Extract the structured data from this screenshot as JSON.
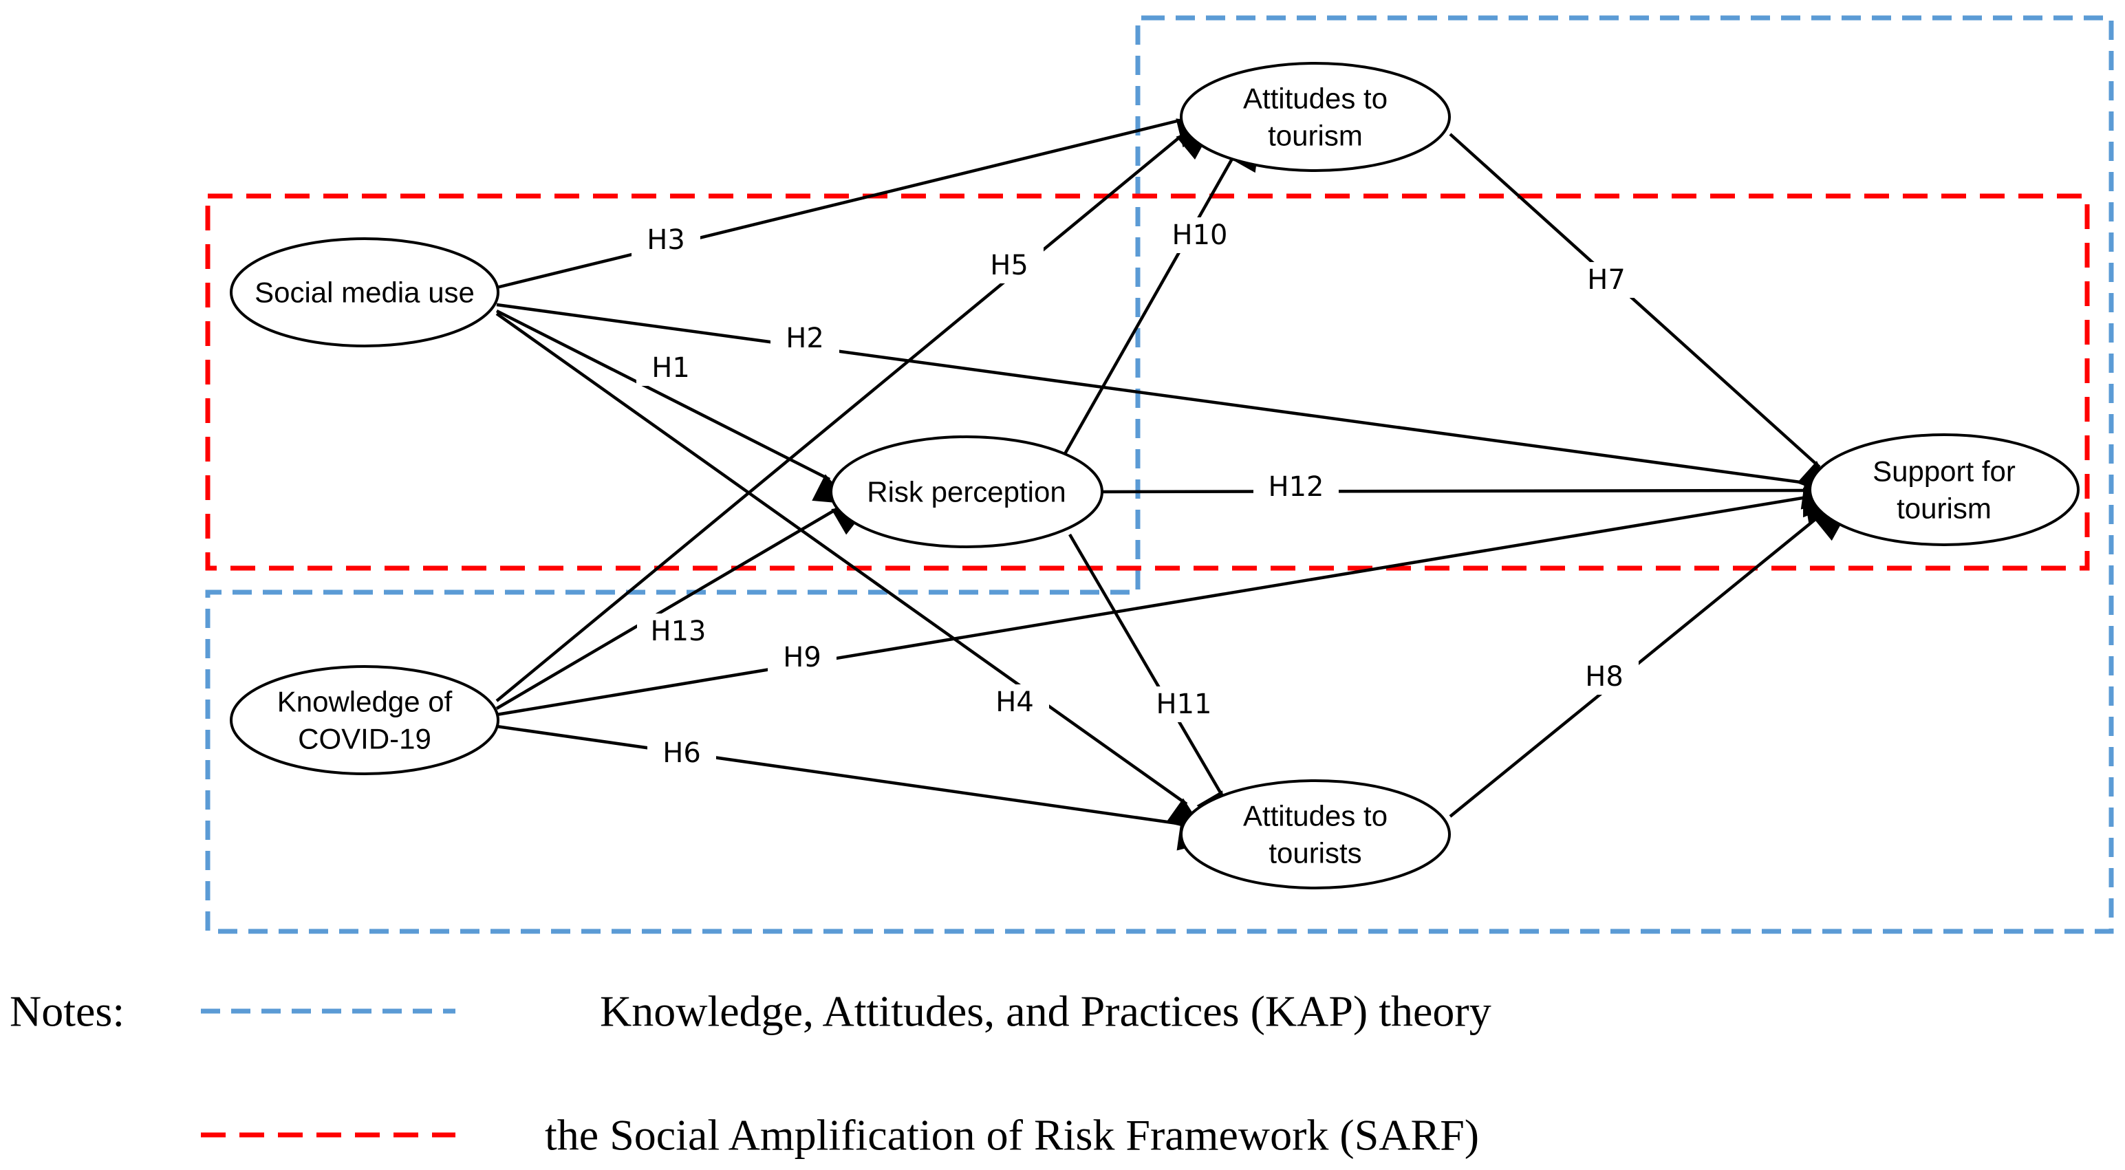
{
  "diagram": {
    "nodes": {
      "social_media_use": {
        "lines": [
          "Social media use"
        ]
      },
      "knowledge_covid": {
        "lines": [
          "Knowledge of",
          "COVID-19"
        ]
      },
      "risk_perception": {
        "lines": [
          "Risk perception"
        ]
      },
      "attitudes_tourism": {
        "lines": [
          "Attitudes to",
          "tourism"
        ]
      },
      "attitudes_tourists": {
        "lines": [
          "Attitudes to",
          "tourists"
        ]
      },
      "support_tourism": {
        "lines": [
          "Support for",
          "tourism"
        ]
      }
    },
    "hypotheses": {
      "H1": "H1",
      "H2": "H2",
      "H3": "H3",
      "H4": "H4",
      "H5": "H5",
      "H6": "H6",
      "H7": "H7",
      "H8": "H8",
      "H9": "H9",
      "H10": "H10",
      "H11": "H11",
      "H12": "H12",
      "H13": "H13"
    },
    "frameworks": {
      "kap": {
        "color": "#5b9bd5"
      },
      "sarf": {
        "color": "#ff0000"
      }
    }
  },
  "notes": {
    "heading": "Notes:",
    "kap_label": "Knowledge, Attitudes, and Practices (KAP) theory",
    "sarf_label": "the Social Amplification of Risk Framework (SARF)"
  }
}
